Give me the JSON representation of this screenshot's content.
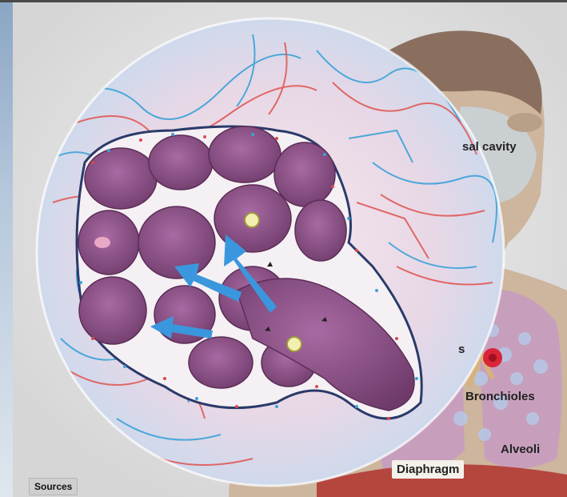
{
  "labels": {
    "nasal_cavity": "sal cavity",
    "bronchi_fragment": "s",
    "bronchioles": "Bronchioles",
    "alveoli": "Alveoli",
    "diaphragm": "Diaphragm"
  },
  "controls": {
    "sources_label": "Sources"
  },
  "colors": {
    "alveolus": "#8c4e86",
    "alveolus_dark": "#6b3466",
    "oxygen_vessel": "#e05a58",
    "co2_vessel": "#3da2d8",
    "airflow_arrow": "#3b97dd",
    "lung_tissue": "#c9a3c1",
    "body_skin": "#cdb8a3"
  }
}
